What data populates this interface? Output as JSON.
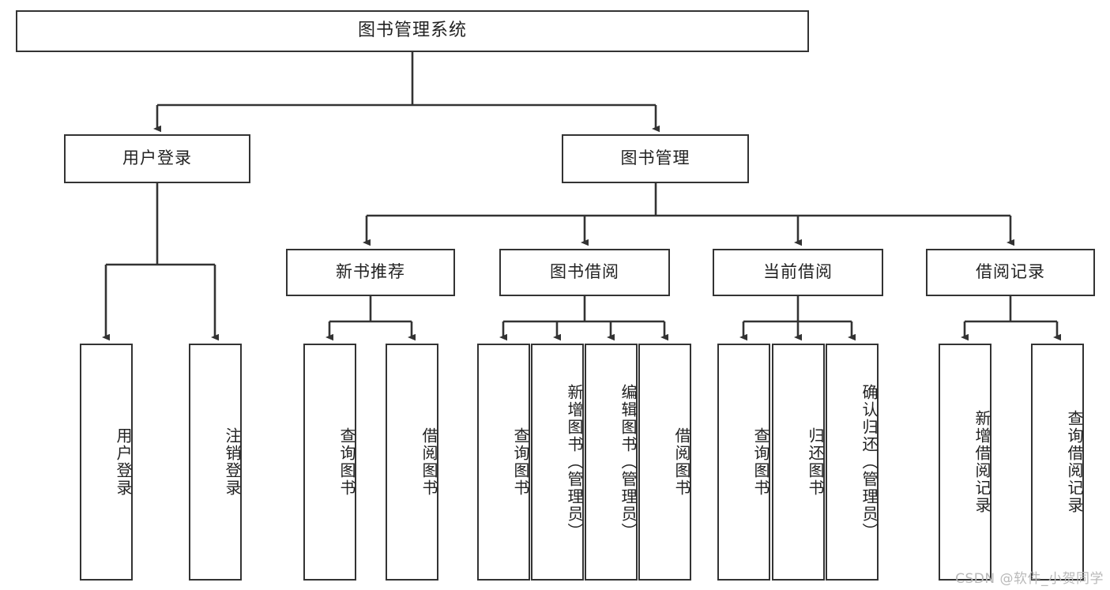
{
  "diagram": {
    "title": "图书管理系统",
    "type": "tree",
    "watermark": "CSDN @软件_小贺同学",
    "colors": {
      "box_border": "#333333",
      "box_fill": "#ffffff",
      "edge": "#333333",
      "text": "#222222",
      "watermark": "#b9b9b9",
      "background": "#ffffff"
    },
    "nodes": {
      "root": {
        "label": "图书管理系统",
        "level": 1,
        "orientation": "horizontal"
      },
      "user_login": {
        "label": "用户登录",
        "level": 2,
        "orientation": "horizontal"
      },
      "book_manage": {
        "label": "图书管理",
        "level": 2,
        "orientation": "horizontal"
      },
      "new_book_rec": {
        "label": "新书推荐",
        "level": 3,
        "orientation": "horizontal"
      },
      "book_borrow": {
        "label": "图书借阅",
        "level": 3,
        "orientation": "horizontal"
      },
      "current_borrow": {
        "label": "当前借阅",
        "level": 3,
        "orientation": "horizontal"
      },
      "borrow_record": {
        "label": "借阅记录",
        "level": 3,
        "orientation": "horizontal"
      },
      "leaf_user_login": {
        "label": "用户登录",
        "level": 4,
        "orientation": "vertical"
      },
      "leaf_logout": {
        "label": "注销登录",
        "level": 4,
        "orientation": "vertical"
      },
      "leaf_query_book_1": {
        "label": "查询图书",
        "level": 4,
        "orientation": "vertical"
      },
      "leaf_borrow_book_1": {
        "label": "借阅图书",
        "level": 4,
        "orientation": "vertical"
      },
      "leaf_query_book_2": {
        "label": "查询图书",
        "level": 4,
        "orientation": "vertical"
      },
      "leaf_add_book": {
        "label": "新增图书（管理员）",
        "level": 4,
        "orientation": "vertical"
      },
      "leaf_edit_book": {
        "label": "编辑图书（管理员）",
        "level": 4,
        "orientation": "vertical"
      },
      "leaf_borrow_book_2": {
        "label": "借阅图书",
        "level": 4,
        "orientation": "vertical"
      },
      "leaf_query_book_3": {
        "label": "查询图书",
        "level": 4,
        "orientation": "vertical"
      },
      "leaf_return_book": {
        "label": "归还图书",
        "level": 4,
        "orientation": "vertical"
      },
      "leaf_confirm_return": {
        "label": "确认归还（管理员）",
        "level": 4,
        "orientation": "vertical"
      },
      "leaf_add_record": {
        "label": "新增借阅记录",
        "level": 4,
        "orientation": "vertical"
      },
      "leaf_query_record": {
        "label": "查询借阅记录",
        "level": 4,
        "orientation": "vertical"
      }
    },
    "edges": [
      {
        "from": "root",
        "to": "user_login"
      },
      {
        "from": "root",
        "to": "book_manage"
      },
      {
        "from": "user_login",
        "to": "leaf_user_login"
      },
      {
        "from": "user_login",
        "to": "leaf_logout"
      },
      {
        "from": "book_manage",
        "to": "new_book_rec"
      },
      {
        "from": "book_manage",
        "to": "book_borrow"
      },
      {
        "from": "book_manage",
        "to": "current_borrow"
      },
      {
        "from": "book_manage",
        "to": "borrow_record"
      },
      {
        "from": "new_book_rec",
        "to": "leaf_query_book_1"
      },
      {
        "from": "new_book_rec",
        "to": "leaf_borrow_book_1"
      },
      {
        "from": "book_borrow",
        "to": "leaf_query_book_2"
      },
      {
        "from": "book_borrow",
        "to": "leaf_add_book"
      },
      {
        "from": "book_borrow",
        "to": "leaf_edit_book"
      },
      {
        "from": "book_borrow",
        "to": "leaf_borrow_book_2"
      },
      {
        "from": "current_borrow",
        "to": "leaf_query_book_3"
      },
      {
        "from": "current_borrow",
        "to": "leaf_return_book"
      },
      {
        "from": "current_borrow",
        "to": "leaf_confirm_return"
      },
      {
        "from": "borrow_record",
        "to": "leaf_add_record"
      },
      {
        "from": "borrow_record",
        "to": "leaf_query_record"
      }
    ]
  }
}
